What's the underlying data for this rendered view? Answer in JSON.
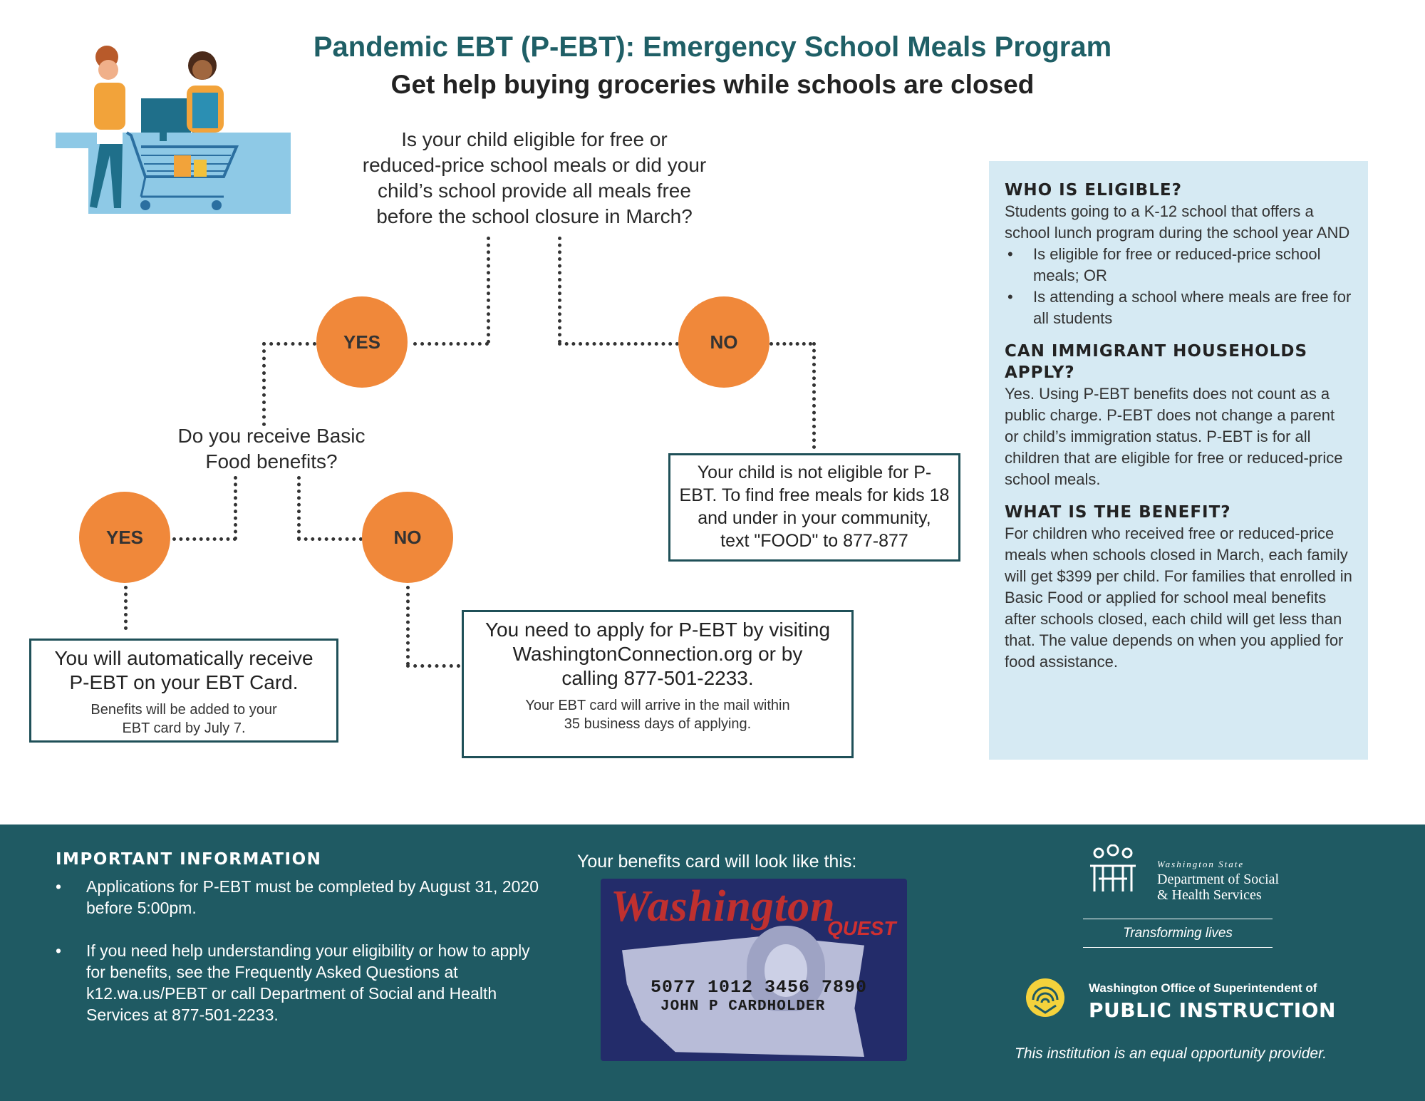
{
  "header": {
    "title": "Pandemic EBT (P-EBT): Emergency School Meals Program",
    "subtitle": "Get help buying groceries while schools are closed"
  },
  "flow": {
    "q1": [
      "Is your child eligible for free or",
      "reduced-price school meals or did your",
      "child’s school provide all meals free",
      "before the school closure in March?"
    ],
    "yes_label": "YES",
    "no_label": "NO",
    "q2": [
      "Do you receive Basic",
      "Food benefits?"
    ],
    "auto_box": {
      "main": [
        "You will automatically receive",
        "P-EBT on your EBT Card."
      ],
      "sub": [
        "Benefits will be added to your",
        "EBT card by July 7."
      ]
    },
    "apply_box": {
      "main": [
        "You need to apply for P-EBT by visiting",
        "WashingtonConnection.org or by",
        "calling 877-501-2233."
      ],
      "sub": [
        "Your EBT card will arrive in the mail within",
        "35 business days of applying."
      ]
    },
    "not_eligible_box": {
      "main": [
        "Your child is not eligible for P-",
        "EBT. To find free meals for kids 18",
        "and under in your community,",
        "text \"FOOD\" to 877-877"
      ]
    }
  },
  "sidebar": {
    "who_heading": "WHO IS ELIGIBLE?",
    "who_text": "Students going to a K-12 school that offers a school lunch program during the school year AND",
    "who_items": [
      "Is eligible for free or reduced-price school meals; OR",
      "Is attending a school where meals are free for all students"
    ],
    "immigrant_heading": "CAN IMMIGRANT HOUSEHOLDS APPLY?",
    "immigrant_text": "Yes. Using P-EBT benefits does not count as a public charge. P-EBT does not change a parent or child’s immigration status. P-EBT is for all children that are eligible for free or reduced-price school meals.",
    "benefit_heading": "WHAT IS THE BENEFIT?",
    "benefit_text": "For children who received free or reduced-price meals when schools closed in March, each family will get $399 per child. For families that enrolled in Basic Food or applied for school meal benefits after schools closed, each child will get less than that. The value depends on when you applied for food assistance."
  },
  "footer": {
    "info_heading": "IMPORTANT INFORMATION",
    "info_items": [
      "Applications for P-EBT must be completed by August 31, 2020 before 5:00pm.",
      "If you need help understanding your eligibility or how to apply for benefits, see the Frequently Asked Questions at k12.wa.us/PEBT or call Department of Social and Health Services at 877-501-2233."
    ],
    "card_caption": "Your benefits card will look like this:",
    "card": {
      "brand": "Washington",
      "brand2": "QUEST",
      "number": "5077 1012 3456 7890",
      "holder": "JOHN P CARDHOLDER"
    },
    "dshs": {
      "state": "Washington State",
      "line1": "Department of Social",
      "line2": "& Health Services",
      "tagline": "Transforming lives"
    },
    "ospi": {
      "line1": "Washington Office of Superintendent of",
      "line2": "PUBLIC INSTRUCTION"
    },
    "equal": "This institution is an equal opportunity provider."
  },
  "colors": {
    "teal_title": "#1f5f66",
    "orange": "#f0883a",
    "footer_bg": "#1f5a63",
    "sidebar_bg": "#d6eaf3",
    "box_border": "#1f5058"
  }
}
